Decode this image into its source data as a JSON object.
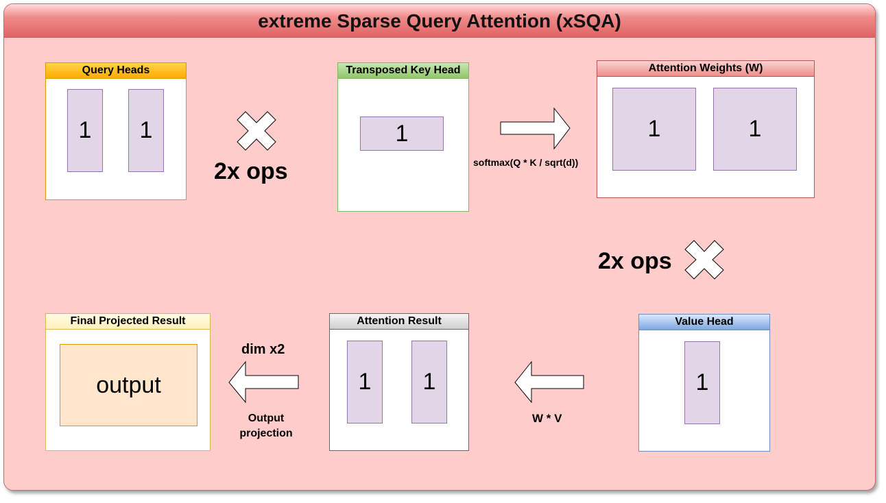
{
  "title": "extreme Sparse Query Attention (xSQA)",
  "boxes": {
    "query_heads": {
      "title": "Query Heads",
      "cells": [
        "1",
        "1"
      ]
    },
    "transposed_key_head": {
      "title": "Transposed Key Head",
      "cells": [
        "1"
      ]
    },
    "attention_weights": {
      "title": "Attention Weights (W)",
      "cells": [
        "1",
        "1"
      ]
    },
    "value_head": {
      "title": "Value Head",
      "cells": [
        "1"
      ]
    },
    "attention_result": {
      "title": "Attention Result",
      "cells": [
        "1",
        "1"
      ]
    },
    "final_projected_result": {
      "title": "Final Projected Result",
      "cell": "output"
    }
  },
  "labels": {
    "ops_top": "2x ops",
    "ops_right": "2x ops",
    "softmax": "softmax(Q * K / sqrt(d))",
    "w_times_v": "W * V",
    "dim_x2": "dim x2",
    "output_projection_line1": "Output",
    "output_projection_line2": "projection"
  },
  "colors": {
    "background": "#ffcccc",
    "title_bar": "#ea6b66",
    "query_header": "#ffcd28",
    "key_header": "#97d077",
    "weights_header": "#f19c99",
    "value_header": "#7ea6e0",
    "result_header": "#d6d6d6",
    "final_header": "#fff2cc",
    "cell_fill": "#e1d5e7",
    "output_fill": "#ffe6cc"
  }
}
